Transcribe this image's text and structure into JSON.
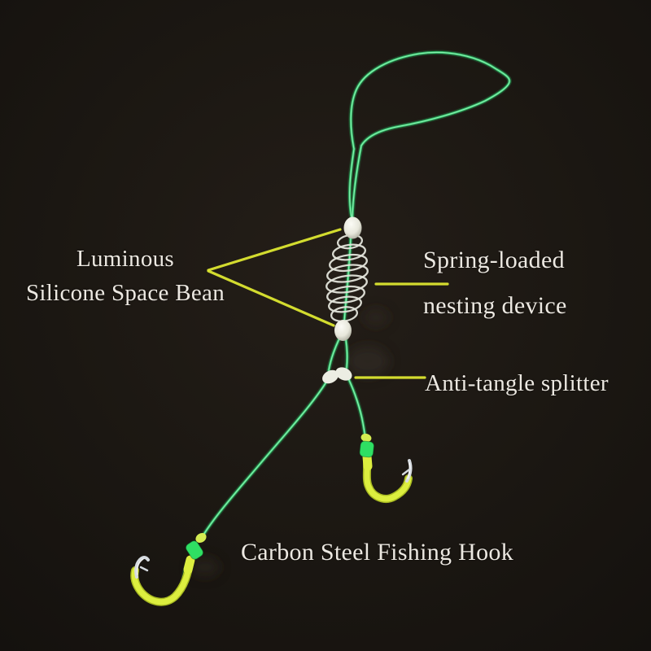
{
  "figure": {
    "type": "annotated product photo",
    "subject": "Anti-tangle double-hook fishing rig with spring feeder on dark background"
  },
  "labels": {
    "space_bean": {
      "line1": "Luminous",
      "line2": "Silicone Space Bean"
    },
    "spring": {
      "line1": "Spring-loaded",
      "line2": "nesting device"
    },
    "splitter": {
      "text": "Anti-tangle splitter"
    },
    "hook": {
      "text": "Carbon Steel Fishing Hook"
    }
  },
  "parts": [
    {
      "name": "top line loop"
    },
    {
      "name": "luminous silicone space bead (top)"
    },
    {
      "name": "spring-loaded nesting device (coil feeder)"
    },
    {
      "name": "luminous silicone space bead (bottom)"
    },
    {
      "name": "anti-tangle splitter"
    },
    {
      "name": "carbon steel fishing hook (left)"
    },
    {
      "name": "carbon steel fishing hook (right)"
    }
  ],
  "colors": {
    "background": "#1b1712",
    "fishing_line": "#2fbe68",
    "fishing_line_highlight": "#8df4b4",
    "annotation_line": "#d9e331",
    "bead": "#efefe5",
    "spring_wire": "#e3e4da",
    "hook_sleeve": "#dcee3f",
    "hook_sleeve_highlight": "#f2fc7a",
    "hook_band": "#2fdf63",
    "hook_point_silver": "#d6dbe0",
    "text": "#ece8e1"
  }
}
